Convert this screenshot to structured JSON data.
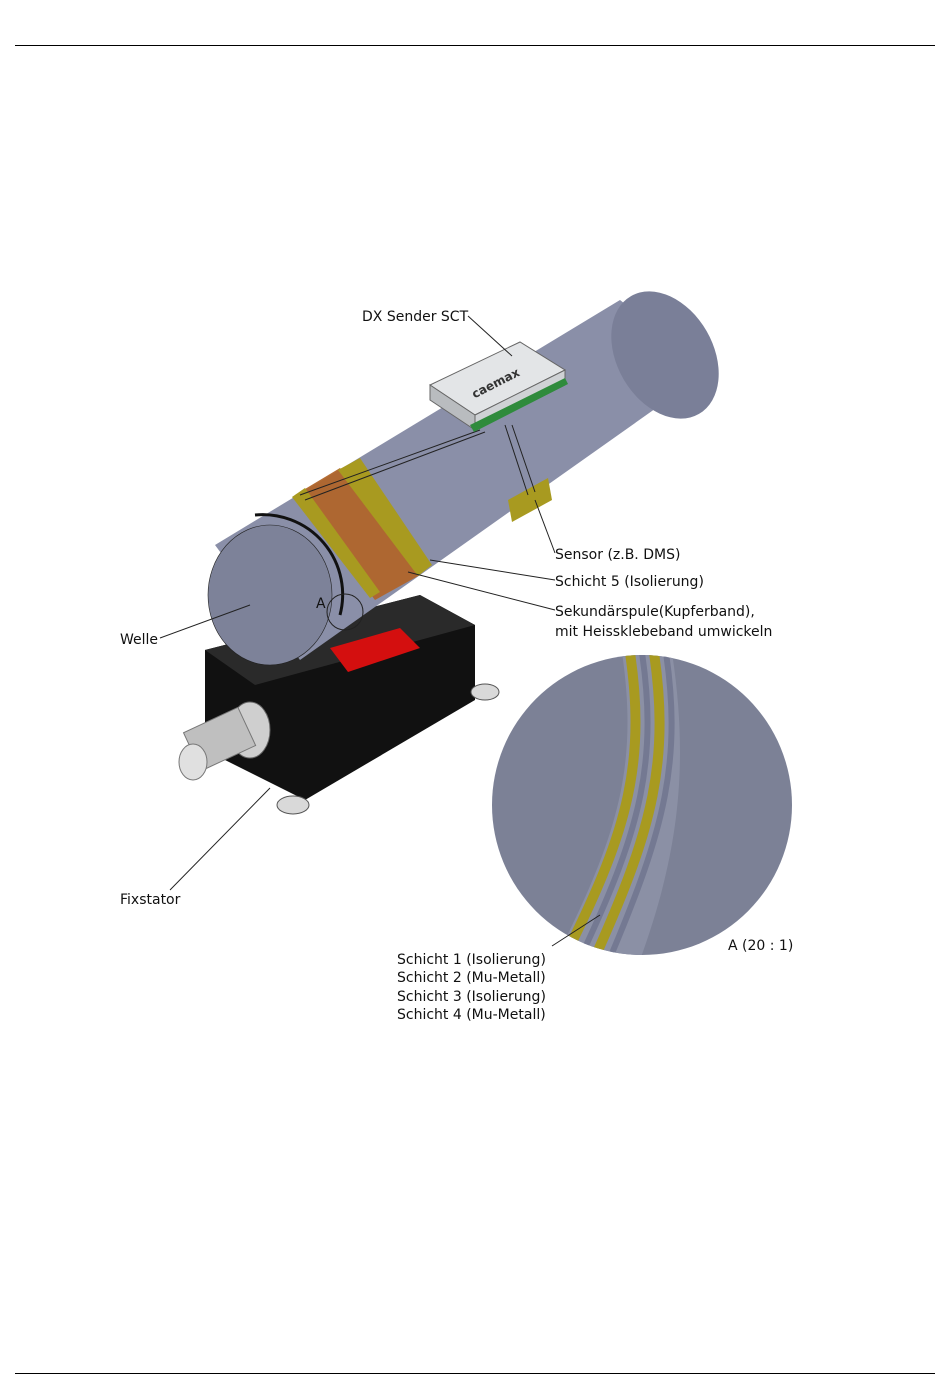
{
  "labels": {
    "sender": "DX Sender SCT",
    "sensor": "Sensor (z.B. DMS)",
    "layer5": "Schicht 5 (Isolierung)",
    "coil_line1": "Sekundärspule(Kupferband),",
    "coil_line2": "mit Heissklebeband umwickeln",
    "shaft": "Welle",
    "detail_marker": "A",
    "stator": "Fixstator",
    "detail_scale": "A  (20 : 1)",
    "layer1": "Schicht 1 (Isolierung)",
    "layer2": "Schicht 2 (Mu-Metall)",
    "layer3": "Schicht 3 (Isolierung)",
    "layer4": "Schicht 4 (Mu-Metall)"
  },
  "colors": {
    "shaft": "#8a8fa8",
    "shaft_dark": "#747992",
    "copper": "#b0652a",
    "insulation": "#a89a20",
    "stator_body": "#111111",
    "stator_marker": "#d40f0f",
    "sender_body": "#d9dbdd"
  }
}
